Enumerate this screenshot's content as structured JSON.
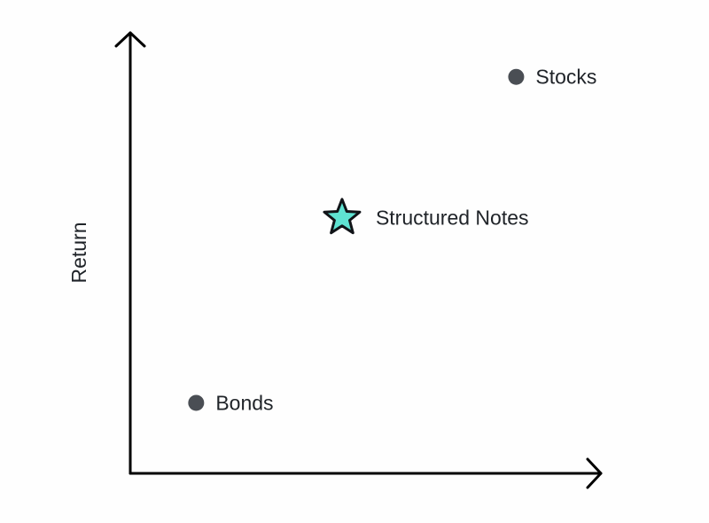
{
  "chart_data": {
    "type": "scatter",
    "title": "",
    "xlabel": "",
    "ylabel": "Return",
    "xlim": [
      0,
      10
    ],
    "ylim": [
      0,
      10
    ],
    "grid": false,
    "points": [
      {
        "label": "Stocks",
        "x": 8.2,
        "y": 9.0,
        "marker": "circle",
        "color": "#4a4e54"
      },
      {
        "label": "Structured Notes",
        "x": 4.5,
        "y": 5.8,
        "marker": "star",
        "color": "#5fe3d2"
      },
      {
        "label": "Bonds",
        "x": 1.4,
        "y": 1.6,
        "marker": "circle",
        "color": "#4a4e54"
      }
    ]
  }
}
